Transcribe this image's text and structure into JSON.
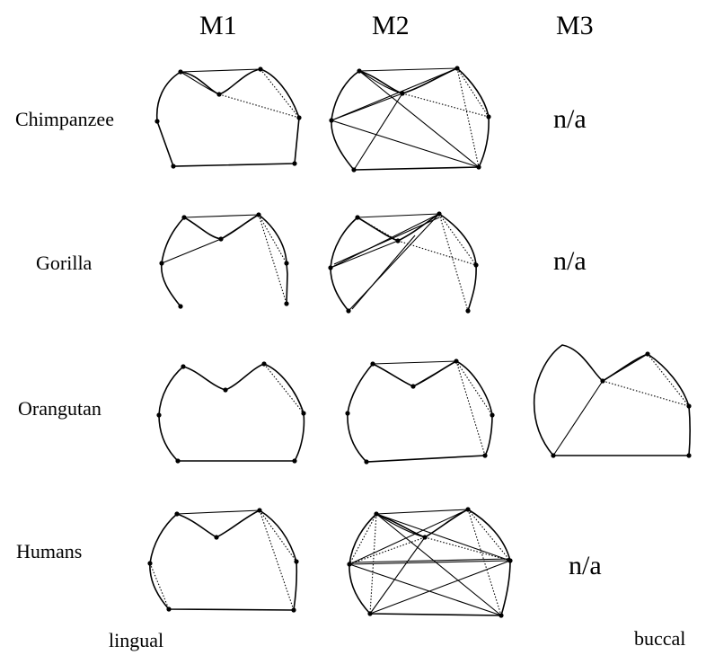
{
  "columns": {
    "m1": "M1",
    "m2": "M2",
    "m3": "M3"
  },
  "rows": {
    "chimpanzee": "Chimpanzee",
    "gorilla": "Gorilla",
    "orangutan": "Orangutan",
    "humans": "Humans"
  },
  "not_available": {
    "chimpanzee_m3": "n/a",
    "gorilla_m3": "n/a",
    "humans_m3": "n/a"
  },
  "orientation": {
    "left": "lingual",
    "right": "buccal"
  }
}
